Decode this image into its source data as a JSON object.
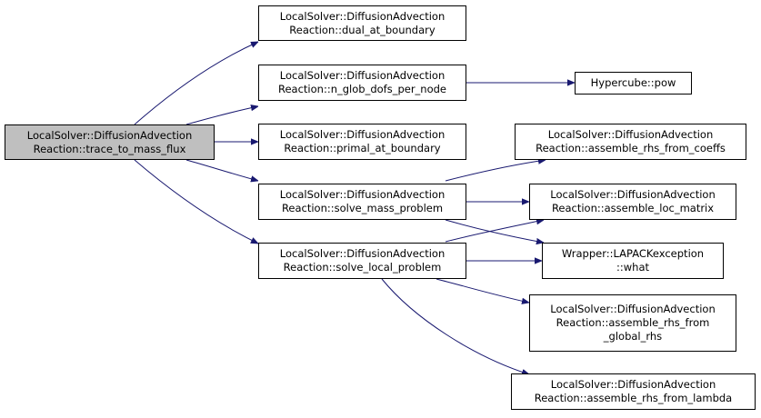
{
  "colors": {
    "edge": "#191970",
    "root_fill": "#bfbfbf",
    "node_fill": "#ffffff",
    "border": "#000000"
  },
  "nodes": {
    "root": {
      "line1": "LocalSolver::DiffusionAdvection",
      "line2": "Reaction::trace_to_mass_flux"
    },
    "dual_at_boundary": {
      "line1": "LocalSolver::DiffusionAdvection",
      "line2": "Reaction::dual_at_boundary"
    },
    "n_glob_dofs_per_node": {
      "line1": "LocalSolver::DiffusionAdvection",
      "line2": "Reaction::n_glob_dofs_per_node"
    },
    "hypercube_pow": {
      "line1": "Hypercube::pow"
    },
    "primal_at_boundary": {
      "line1": "LocalSolver::DiffusionAdvection",
      "line2": "Reaction::primal_at_boundary"
    },
    "solve_mass_problem": {
      "line1": "LocalSolver::DiffusionAdvection",
      "line2": "Reaction::solve_mass_problem"
    },
    "solve_local_problem": {
      "line1": "LocalSolver::DiffusionAdvection",
      "line2": "Reaction::solve_local_problem"
    },
    "assemble_rhs_from_coeffs": {
      "line1": "LocalSolver::DiffusionAdvection",
      "line2": "Reaction::assemble_rhs_from_coeffs"
    },
    "assemble_loc_matrix": {
      "line1": "LocalSolver::DiffusionAdvection",
      "line2": "Reaction::assemble_loc_matrix"
    },
    "lapack_what": {
      "line1": "Wrapper::LAPACKexception",
      "line2": "::what"
    },
    "assemble_rhs_from_global_rhs": {
      "line1": "LocalSolver::DiffusionAdvection",
      "line2": "Reaction::assemble_rhs_from",
      "line3": "_global_rhs"
    },
    "assemble_rhs_from_lambda": {
      "line1": "LocalSolver::DiffusionAdvection",
      "line2": "Reaction::assemble_rhs_from_lambda"
    }
  }
}
